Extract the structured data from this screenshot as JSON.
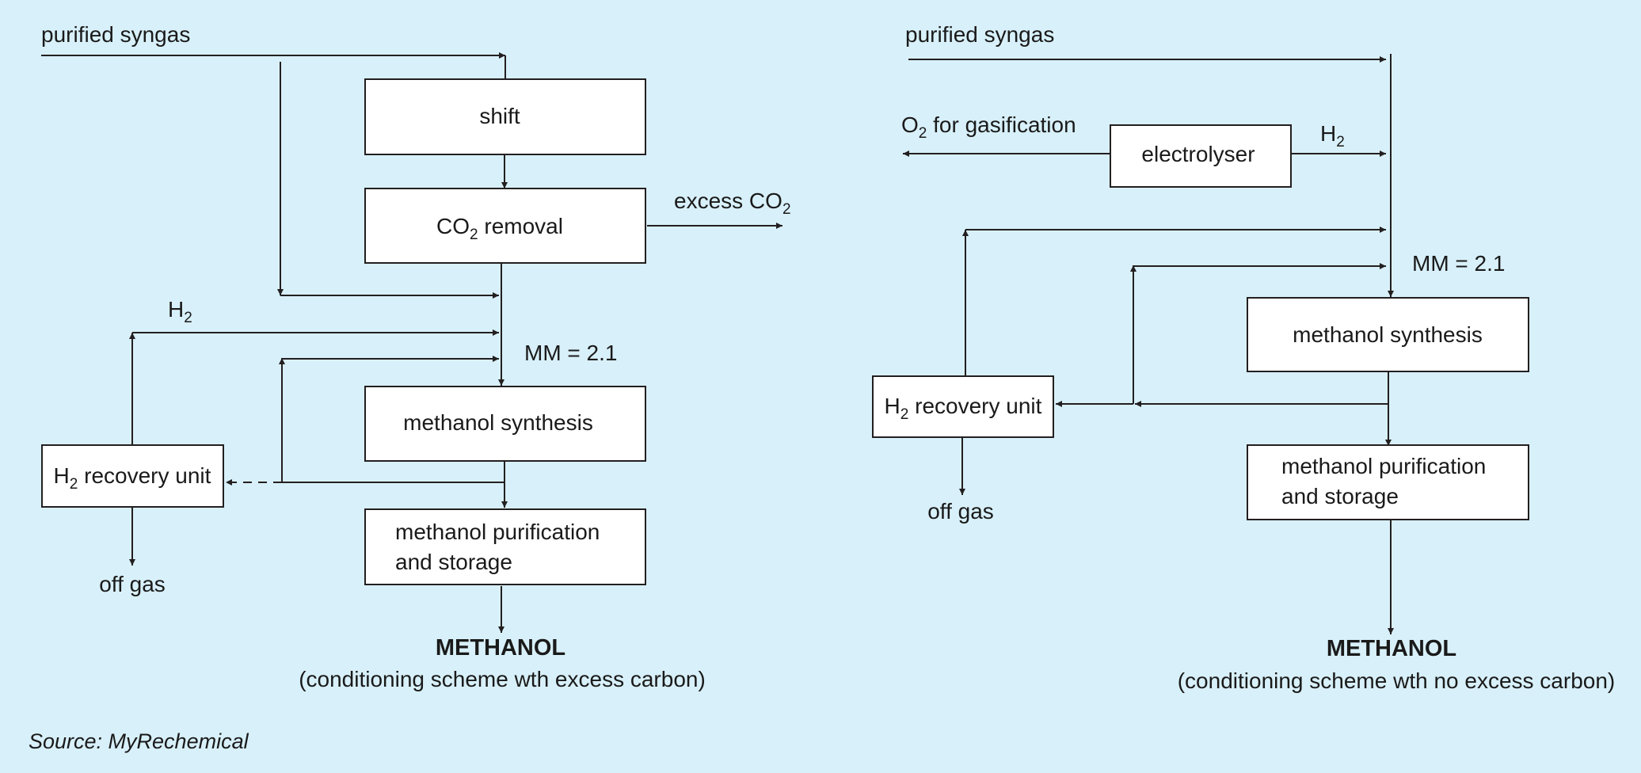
{
  "left_scheme": {
    "input_label": "purified syngas",
    "shift": "shift",
    "co2_removal": [
      "CO",
      "2",
      " removal"
    ],
    "excess_co2": [
      "excess CO",
      "2"
    ],
    "h2_label": [
      "H",
      "2"
    ],
    "mm_label": "MM = 2.1",
    "methanol_synthesis": "methanol synthesis",
    "purification": [
      "methanol purification",
      "and storage"
    ],
    "h2_recovery": [
      "H",
      "2",
      " recovery unit"
    ],
    "off_gas": "off gas",
    "product": "METHANOL",
    "caption": "(conditioning scheme wth excess carbon)"
  },
  "right_scheme": {
    "input_label": "purified syngas",
    "o2_label": [
      "O",
      "2",
      " for gasification"
    ],
    "electrolyser": "electrolyser",
    "h2_label": [
      "H",
      "2"
    ],
    "mm_label": "MM = 2.1",
    "methanol_synthesis": "methanol synthesis",
    "purification": [
      "methanol purification",
      "and storage"
    ],
    "h2_recovery": [
      "H",
      "2",
      " recovery unit"
    ],
    "off_gas": "off gas",
    "product": "METHANOL",
    "caption": "(conditioning scheme wth no excess carbon)"
  },
  "source": "Source: MyRechemical"
}
